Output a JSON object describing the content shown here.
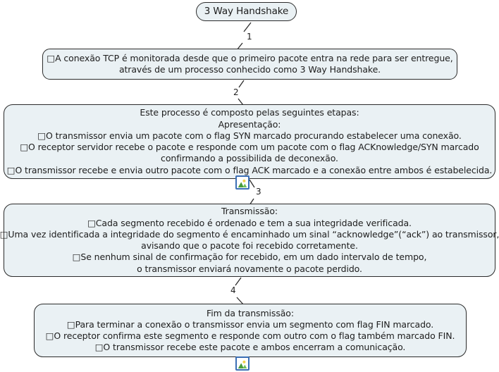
{
  "diagram": {
    "title_node": {
      "label": "3 Way Handshake"
    },
    "nodes": [
      {
        "id": "intro",
        "lines": [
          "□A conexão TCP é monitorada desde que o primeiro pacote entra na rede para ser entregue,",
          "através de um processo conhecido como 3 Way Handshake."
        ]
      },
      {
        "id": "etapas",
        "lines": [
          "Este processo é composto pelas seguintes etapas:",
          "Apresentação:",
          "□O transmissor envia um pacote com o flag SYN marcado procurando estabelecer uma conexão.",
          "□O receptor servidor recebe o pacote e responde com um pacote com o flag ACKnowledge/SYN marcado",
          "confirmando a possibilida de deconexão.",
          "□O transmissor recebe e envia outro pacote com o flag ACK marcado e a conexão entre ambos é estabelecida."
        ]
      },
      {
        "id": "transmissao",
        "lines": [
          "Transmissão:",
          "□Cada segmento recebido é ordenado e tem a sua integridade verificada.",
          "□Uma vez identificada a integridade do segmento é encaminhado um sinal “acknowledge”(“ack”) ao transmissor,",
          "avisando que o pacote foi recebido corretamente.",
          "□Se nenhum sinal de confirmação for recebido, em um dado intervalo de tempo,",
          "o transmissor enviará novamente o pacote perdido."
        ]
      },
      {
        "id": "fim",
        "lines": [
          "Fim da transmissão:",
          "□Para terminar a conexão o transmissor envia um segmento com flag FIN marcado.",
          "□O receptor confirma este segmento e responde com outro com o flag também marcado FIN.",
          "□O transmissor recebe este pacote e ambos encerram a comunicação."
        ]
      }
    ],
    "connectors": [
      {
        "id": "c1",
        "label": "1"
      },
      {
        "id": "c2",
        "label": "2"
      },
      {
        "id": "c3",
        "label": "3"
      },
      {
        "id": "c4",
        "label": "4"
      }
    ],
    "icons": [
      {
        "id": "icon-mid",
        "name": "broken-image-placeholder-icon"
      },
      {
        "id": "icon-bot",
        "name": "broken-image-placeholder-icon"
      }
    ],
    "colors": {
      "node_fill": "#eaf1f4",
      "node_border": "#2b2b2b",
      "text": "#1d1d1d",
      "icon_border": "#3b6fb5",
      "icon_mountain": "#4a9c3c",
      "icon_sun": "#f2d24b"
    }
  }
}
